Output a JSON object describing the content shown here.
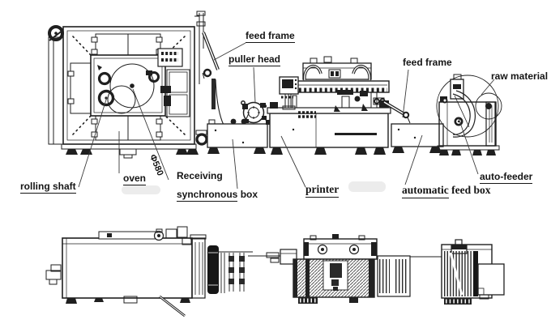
{
  "labels": {
    "feed_frame_top": "feed frame",
    "puller_head": "puller head",
    "feed_frame_right": "feed frame",
    "raw_material": "raw material",
    "rolling_shaft": "rolling shaft",
    "oven": "oven",
    "drum_diameter": "Φ580",
    "receiving_line1": "Receiving",
    "synchronous_word": "synchronous",
    "synchronous_rest": " box",
    "printer": "printer",
    "automatic_word": "automatic",
    "automatic_rest": " feed box",
    "auto_feeder": "auto-feeder"
  },
  "colors": {
    "ink": "#1f1f1f",
    "background": "#ffffff"
  }
}
